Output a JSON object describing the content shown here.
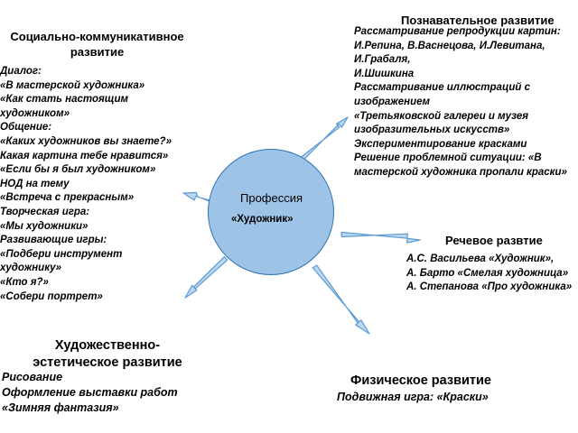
{
  "center": {
    "label": "Профессия",
    "name": "«Художник»"
  },
  "social": {
    "title_line1": "Социально-коммуникативное",
    "title_line2": "развитие",
    "items": [
      "Диалог:",
      "«В мастерской художника»",
      "«Как стать настоящим",
      "художником»",
      "Общение:",
      "«Каких художников вы знаете?»",
      "Какая картина тебе нравится»",
      "«Если бы я был художником»",
      "НОД на тему",
      "«Встреча с прекрасным»",
      "Творческая игра:",
      "«Мы художники»",
      "Развивающие игры:",
      "«Подбери инструмент",
      "художнику»",
      "«Кто я?»",
      "«Собери портрет»"
    ]
  },
  "cognitive": {
    "title": "Познавательное развитие",
    "items": [
      "Рассматривание репродукции картин:",
      "И.Репина, В.Васнецова, И.Левитана,",
      "И.Грабаля,",
      "И.Шишкина",
      "Рассматривание иллюстраций с",
      "изображением",
      "«Третьяковской галереи и музея",
      "изобразительных искусств»",
      "Экспериментирование красками",
      "Решение проблемной ситуации: «В",
      "мастерской художника пропали краски»"
    ]
  },
  "speech": {
    "title": "Речевое развтие",
    "items": [
      "А.С. Васильева «Художник»,",
      "А. Барто «Смелая художница»",
      "А. Степанова «Про художника»"
    ]
  },
  "artistic": {
    "title_line1": "Художественно-",
    "title_line2": "эстетическое развитие",
    "items": [
      "Рисование",
      "Оформление выставки работ",
      "«Зимняя фантазия»"
    ]
  },
  "physical": {
    "title": "Физическое развитие",
    "subtitle": "Подвижная игра: «Краски»"
  },
  "colors": {
    "circle_fill": "#9dc3e6",
    "circle_stroke": "#2e75b6",
    "arrow_fill": "#bdd7ee",
    "arrow_stroke": "#5b9bd5"
  }
}
